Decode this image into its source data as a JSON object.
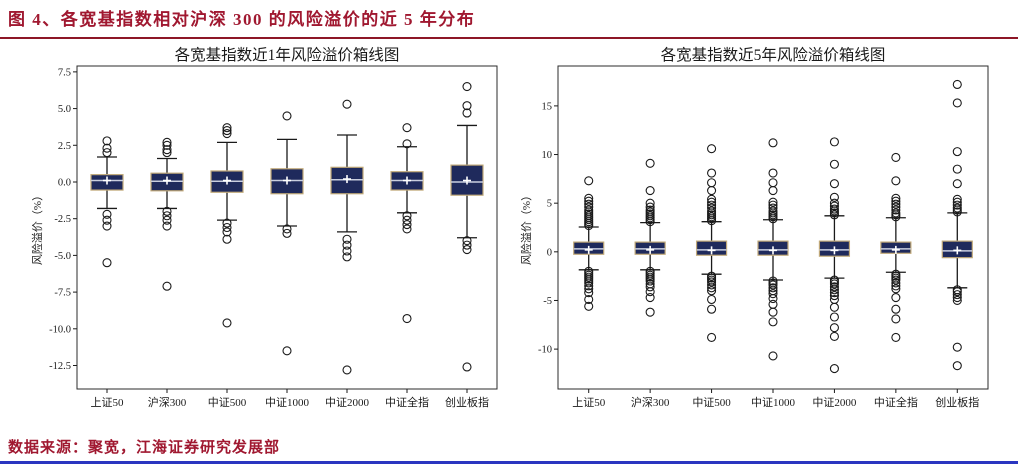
{
  "page": {
    "figure_title": "图 4、各宽基指数相对沪深 300 的风险溢价的近 5 年分布",
    "source_text": "数据来源：聚宽，江海证券研究发展部",
    "colors": {
      "title_red": "#A01830",
      "rule_red": "#8D1626",
      "rule_blue": "#2A35C0",
      "box_fill": "#1F2A5C",
      "box_stroke": "#C0A878",
      "median_line": "#C9CEDE",
      "mean_marker": "#FFFFFF",
      "axis_line": "#1A1A1A"
    }
  },
  "chart_data": [
    {
      "type": "boxplot",
      "title": "各宽基指数近1年风险溢价箱线图",
      "ylabel": "风险溢价（%）",
      "categories": [
        "上证50",
        "沪深300",
        "中证500",
        "中证1000",
        "中证2000",
        "中证全指",
        "创业板指"
      ],
      "ylim": [
        -14.1,
        7.9
      ],
      "yticks": [
        7.5,
        5.0,
        2.5,
        0.0,
        -2.5,
        -5.0,
        -7.5,
        -10.0,
        -12.5
      ],
      "ytick_labels": [
        "7.5",
        "5.0",
        "2.5",
        "0.0",
        "-2.5",
        "-5.0",
        "-7.5",
        "-10.0",
        "-12.5"
      ],
      "grid": false,
      "boxes": [
        {
          "category": "上证50",
          "whisker_low": -1.8,
          "q1": -0.55,
          "median": 0.1,
          "q3": 0.5,
          "whisker_high": 1.7,
          "mean": 0.1,
          "outliers_high": [
            2.0,
            2.3,
            2.8
          ],
          "outliers_low": [
            -2.2,
            -2.6,
            -3.0,
            -5.5
          ]
        },
        {
          "category": "沪深300",
          "whisker_low": -1.8,
          "q1": -0.6,
          "median": 0.05,
          "q3": 0.6,
          "whisker_high": 1.6,
          "mean": 0.1,
          "outliers_high": [
            2.0,
            2.2,
            2.5,
            2.7
          ],
          "outliers_low": [
            -2.0,
            -2.3,
            -2.6,
            -3.0,
            -7.1
          ]
        },
        {
          "category": "中证500",
          "whisker_low": -2.6,
          "q1": -0.7,
          "median": 0.05,
          "q3": 0.75,
          "whisker_high": 2.7,
          "mean": 0.1,
          "outliers_high": [
            3.3,
            3.5,
            3.7
          ],
          "outliers_low": [
            -2.8,
            -3.1,
            -3.4,
            -3.9,
            -9.6
          ]
        },
        {
          "category": "中证1000",
          "whisker_low": -3.0,
          "q1": -0.8,
          "median": 0.1,
          "q3": 0.9,
          "whisker_high": 2.9,
          "mean": 0.1,
          "outliers_high": [
            4.5
          ],
          "outliers_low": [
            -3.2,
            -3.5,
            -11.5
          ]
        },
        {
          "category": "中证2000",
          "whisker_low": -3.4,
          "q1": -0.8,
          "median": 0.15,
          "q3": 1.0,
          "whisker_high": 3.2,
          "mean": 0.2,
          "outliers_high": [
            5.3
          ],
          "outliers_low": [
            -3.9,
            -4.3,
            -4.7,
            -5.1,
            -12.8
          ]
        },
        {
          "category": "中证全指",
          "whisker_low": -2.1,
          "q1": -0.55,
          "median": 0.1,
          "q3": 0.7,
          "whisker_high": 2.4,
          "mean": 0.1,
          "outliers_high": [
            2.6,
            3.7
          ],
          "outliers_low": [
            -2.3,
            -2.6,
            -2.9,
            -3.2,
            -9.3
          ]
        },
        {
          "category": "创业板指",
          "whisker_low": -3.8,
          "q1": -0.9,
          "median": 0.0,
          "q3": 1.15,
          "whisker_high": 3.85,
          "mean": 0.1,
          "outliers_high": [
            4.7,
            5.2,
            6.5
          ],
          "outliers_low": [
            -4.0,
            -4.3,
            -4.6,
            -12.6
          ]
        }
      ]
    },
    {
      "type": "boxplot",
      "title": "各宽基指数近5年风险溢价箱线图",
      "ylabel": "风险溢价（%）",
      "categories": [
        "上证50",
        "沪深300",
        "中证500",
        "中证1000",
        "中证2000",
        "中证全指",
        "创业板指"
      ],
      "ylim": [
        -14.1,
        19.1
      ],
      "yticks": [
        15,
        10,
        5,
        0,
        -5,
        -10
      ],
      "ytick_labels": [
        "15",
        "10",
        "5",
        "0",
        "-5",
        "-10"
      ],
      "grid": false,
      "boxes": [
        {
          "category": "上证50",
          "whisker_low": -1.85,
          "q1": -0.25,
          "median": 0.3,
          "q3": 1.0,
          "whisker_high": 2.55,
          "mean": 0.2,
          "outliers_high": [
            2.7,
            2.9,
            3.1,
            3.3,
            3.5,
            3.7,
            3.9,
            4.1,
            4.3,
            4.6,
            4.9,
            5.2,
            5.5,
            7.3
          ],
          "outliers_low": [
            -2.0,
            -2.2,
            -2.4,
            -2.6,
            -2.8,
            -3.0,
            -3.2,
            -3.5,
            -3.8,
            -4.2,
            -4.9,
            -5.6
          ]
        },
        {
          "category": "沪深300",
          "whisker_low": -1.85,
          "q1": -0.25,
          "median": 0.3,
          "q3": 1.0,
          "whisker_high": 3.0,
          "mean": 0.2,
          "outliers_high": [
            3.1,
            3.3,
            3.5,
            3.7,
            3.9,
            4.1,
            4.3,
            4.6,
            5.0,
            6.3,
            9.1
          ],
          "outliers_low": [
            -2.0,
            -2.2,
            -2.4,
            -2.6,
            -2.8,
            -3.0,
            -3.3,
            -3.6,
            -4.1,
            -4.7,
            -6.2
          ]
        },
        {
          "category": "中证500",
          "whisker_low": -2.3,
          "q1": -0.35,
          "median": 0.2,
          "q3": 1.1,
          "whisker_high": 3.1,
          "mean": 0.15,
          "outliers_high": [
            3.2,
            3.4,
            3.6,
            3.8,
            4.0,
            4.2,
            4.5,
            4.8,
            5.1,
            5.4,
            6.3,
            7.1,
            8.1,
            10.6
          ],
          "outliers_low": [
            -2.5,
            -2.7,
            -2.9,
            -3.1,
            -3.4,
            -3.7,
            -4.0,
            -4.9,
            -5.9,
            -8.8
          ]
        },
        {
          "category": "中证1000",
          "whisker_low": -2.9,
          "q1": -0.35,
          "median": 0.2,
          "q3": 1.1,
          "whisker_high": 3.3,
          "mean": 0.15,
          "outliers_high": [
            3.4,
            3.6,
            3.8,
            4.0,
            4.2,
            4.5,
            4.8,
            5.1,
            6.3,
            7.1,
            8.1,
            11.2
          ],
          "outliers_low": [
            -3.0,
            -3.2,
            -3.4,
            -3.7,
            -4.0,
            -4.3,
            -4.8,
            -5.4,
            -6.2,
            -7.2,
            -10.7
          ]
        },
        {
          "category": "中证2000",
          "whisker_low": -2.7,
          "q1": -0.45,
          "median": 0.2,
          "q3": 1.1,
          "whisker_high": 3.7,
          "mean": 0.15,
          "outliers_high": [
            3.8,
            4.0,
            4.2,
            4.4,
            4.7,
            5.0,
            5.6,
            7.0,
            9.0,
            11.3
          ],
          "outliers_low": [
            -2.9,
            -3.1,
            -3.3,
            -3.6,
            -3.9,
            -4.2,
            -4.5,
            -4.9,
            -5.7,
            -6.7,
            -7.8,
            -8.7,
            -12.0
          ]
        },
        {
          "category": "中证全指",
          "whisker_low": -2.1,
          "q1": -0.15,
          "median": 0.3,
          "q3": 1.0,
          "whisker_high": 3.5,
          "mean": 0.2,
          "outliers_high": [
            3.6,
            3.8,
            4.0,
            4.3,
            4.6,
            4.9,
            5.2,
            5.5,
            7.3,
            9.7
          ],
          "outliers_low": [
            -2.3,
            -2.5,
            -2.7,
            -2.9,
            -3.2,
            -3.5,
            -3.8,
            -4.7,
            -5.9,
            -6.9,
            -8.8
          ]
        },
        {
          "category": "创业板指",
          "whisker_low": -3.7,
          "q1": -0.6,
          "median": 0.1,
          "q3": 1.1,
          "whisker_high": 4.0,
          "mean": 0.15,
          "outliers_high": [
            4.1,
            4.3,
            4.5,
            4.8,
            5.1,
            5.4,
            7.0,
            8.5,
            10.3,
            15.3,
            17.2
          ],
          "outliers_low": [
            -3.9,
            -4.1,
            -4.4,
            -4.7,
            -5.0,
            -9.8,
            -11.7
          ]
        }
      ]
    }
  ]
}
